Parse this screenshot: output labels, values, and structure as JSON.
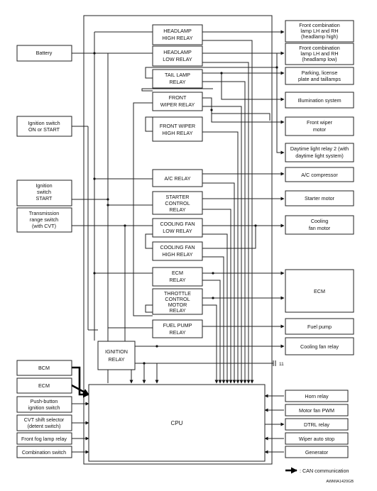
{
  "diagram": {
    "inputs": {
      "battery": "Battery",
      "ign_on_start": [
        "Ignition switch",
        "ON or START"
      ],
      "ign_start": [
        "Ignition",
        "switch",
        "START"
      ],
      "trans_range": [
        "Transmission",
        "range switch",
        "(with CVT)"
      ],
      "bcm": "BCM",
      "ecm": "ECM",
      "push_button": [
        "Push-button",
        "ignition switch"
      ],
      "cvt_selector": [
        "CVT shift selector",
        "(detent switch)"
      ],
      "front_fog": "Front fog lamp relay",
      "combination": "Combination switch"
    },
    "relays": {
      "headlamp_high": [
        "HEADLAMP",
        "HIGH RELAY"
      ],
      "headlamp_low": [
        "HEADLAMP",
        "LOW RELAY"
      ],
      "tail_lamp": [
        "TAIL LAMP",
        "RELAY"
      ],
      "front_wiper": [
        "FRONT",
        "WIPER RELAY"
      ],
      "front_wiper_high": [
        "FRONT WIPER",
        "HIGH RELAY"
      ],
      "ac": "A/C RELAY",
      "starter": [
        "STARTER",
        "CONTROL",
        "RELAY"
      ],
      "cooling_low": [
        "COOLING FAN",
        "LOW RELAY"
      ],
      "cooling_high": [
        "COOLING FAN",
        "HIGH RELAY"
      ],
      "ecm_relay": [
        "ECM",
        "RELAY"
      ],
      "throttle": [
        "THROTTLE",
        "CONTROL",
        "MOTOR",
        "RELAY"
      ],
      "fuel_pump": [
        "FUEL PUMP",
        "RELAY"
      ],
      "ignition": [
        "IGNITION",
        "RELAY"
      ],
      "cpu": "CPU"
    },
    "outputs": {
      "headlamp_high": [
        "Front combination",
        "lamp LH and RH",
        "(headlamp high)"
      ],
      "headlamp_low": [
        "Front combination",
        "lamp LH and RH",
        "(headlamp low)"
      ],
      "parking": [
        "Parking, license",
        "plate and taillamps"
      ],
      "illumination": "Illumination system",
      "front_wiper_motor": [
        "Front wiper",
        "motor"
      ],
      "daytime": [
        "Daytime light relay 2 (with",
        "daytime light system)"
      ],
      "ac_compressor": "A/C compressor",
      "starter_motor": "Starter motor",
      "cooling_fan_motor": [
        "Cooling",
        "fan motor"
      ],
      "ecm": "ECM",
      "fuel_pump": "Fuel pump",
      "cooling_fan_relay": "Cooling fan relay",
      "horn_relay": "Horn relay",
      "motor_fan_pwm": "Motor fan PWM",
      "dtrl_relay": "DTRL relay",
      "wiper_auto_stop": "Wiper auto stop",
      "generator": "Generator"
    },
    "marker": "11",
    "legend": ": CAN communication",
    "figure_id": "AWMIA1420GB"
  }
}
